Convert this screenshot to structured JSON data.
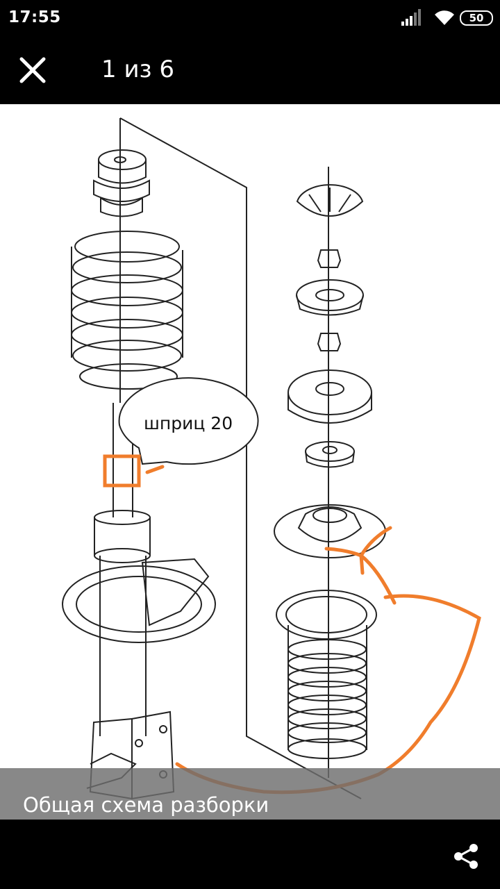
{
  "status_bar": {
    "time": "17:55",
    "battery_level": "50",
    "icons": [
      "signal-icon",
      "wifi-icon",
      "battery-icon"
    ]
  },
  "header": {
    "close_icon": "close-icon",
    "counter": "1 из 6"
  },
  "image": {
    "callout_text": "шприц 20",
    "annotation_color": "#f07d2c"
  },
  "caption": "Общая схема разборки",
  "footer": {
    "share_icon": "share-icon"
  }
}
